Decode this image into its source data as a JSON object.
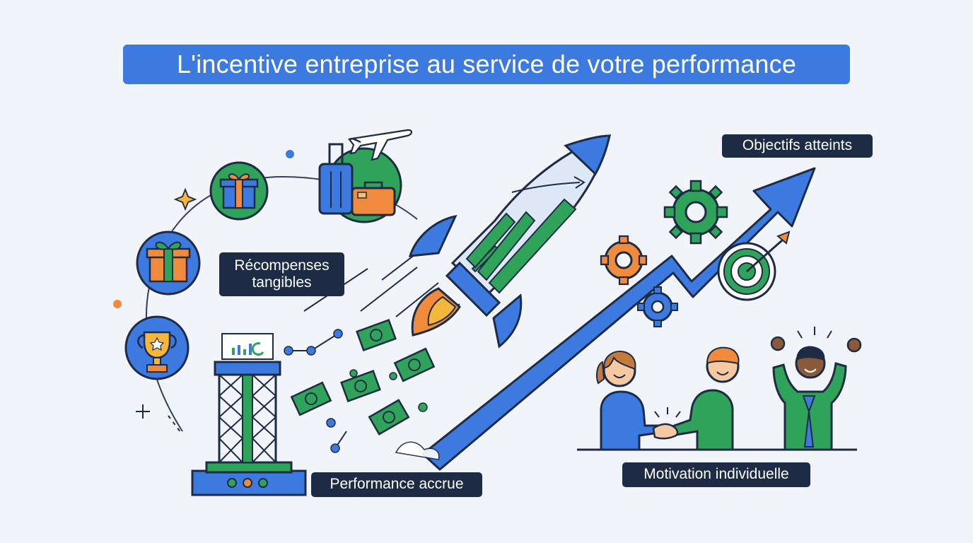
{
  "title": "L'incentive entreprise au service de votre performance",
  "labels": {
    "objectifs": "Objectifs atteints",
    "recompenses_line1": "Récompenses",
    "recompenses_line2": "tangibles",
    "performance": "Performance accrue",
    "motivation": "Motivation individuelle"
  },
  "icons": [
    "trophy-icon",
    "gift-icon",
    "luggage-icon",
    "airplane-icon",
    "rocket-icon",
    "bar-chart-icon",
    "banknote-icon",
    "gear-icon",
    "target-icon",
    "arrow-trend-icon",
    "launch-tower-icon",
    "sparkle-icon",
    "person-icon",
    "handshake-icon"
  ],
  "colors": {
    "primary_blue": "#3d7ae0",
    "green": "#2fa35a",
    "orange": "#f08a3c",
    "navy": "#1d2b45",
    "background": "#f1f4f9"
  }
}
